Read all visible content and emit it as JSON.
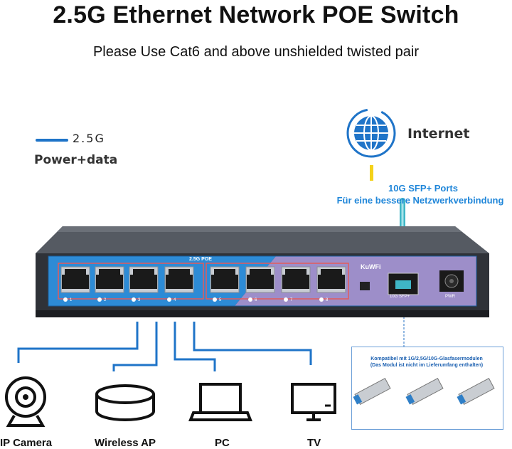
{
  "header": {
    "title": "2.5G Ethernet Network POE Switch",
    "subtitle": "Please Use Cat6 and above unshielded twisted pair"
  },
  "legend": {
    "speed": "2.5G",
    "type": "Power+data",
    "color": "#1f74c8"
  },
  "internet": {
    "label": "Internet",
    "icon": "globe-icon"
  },
  "sfp": {
    "title": "10G SFP+ Ports",
    "subtitle": "Für eine bessere Netzwerkverbindung",
    "cable_color": "#3fb6c6"
  },
  "switch": {
    "poe_label": "2.5G POE",
    "brand": "KuWFi",
    "sfp_port_label": "10G SFP+",
    "pwr_label": "PWR",
    "port_numbers": [
      "1",
      "2",
      "3",
      "4",
      "5",
      "6",
      "7",
      "8"
    ],
    "body_color": "#3a3d44",
    "panel_left_color": "#2d8bd6",
    "panel_right_color": "#9d8ec9"
  },
  "devices": [
    {
      "label": "IP Camera",
      "icon": "ip-camera-icon"
    },
    {
      "label": "Wireless AP",
      "icon": "wireless-ap-icon"
    },
    {
      "label": "PC",
      "icon": "laptop-icon"
    },
    {
      "label": "TV",
      "icon": "tv-icon"
    }
  ],
  "compat": {
    "line1": "Kompatibel mit 1G/2,5G/10G-Glasfasermodulen",
    "line2": "(Das Modul ist nicht im Lieferumfang enthalten)",
    "module_icon": "sfp-module-icon"
  }
}
